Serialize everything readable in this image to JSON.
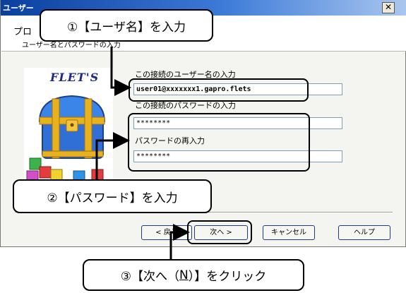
{
  "window": {
    "title": "ユーザー",
    "close_glyph": "✕"
  },
  "header": {
    "title": "プロ",
    "subtitle": "ユーザー名とパスワードの入力"
  },
  "logo": {
    "text": "FLET'S"
  },
  "form": {
    "username_label": "この接続のユーザー名の入力",
    "username_value": "user01@xxxxxxx1.gapro.flets",
    "password_label": "この接続のパスワードの入力",
    "password_value": "********",
    "password_confirm_label": "パスワードの再入力",
    "password_confirm_value": "********"
  },
  "buttons": {
    "back": "< 戻る",
    "next": "次へ >",
    "cancel": "キャンセル",
    "help": "ヘルプ"
  },
  "callouts": {
    "step1": "①【ユーザ名】を入力",
    "step2": "②【パスワード】を入力",
    "step3_prefix": "③【次へ（",
    "step3_key": "N",
    "step3_suffix": "）】をクリック"
  }
}
